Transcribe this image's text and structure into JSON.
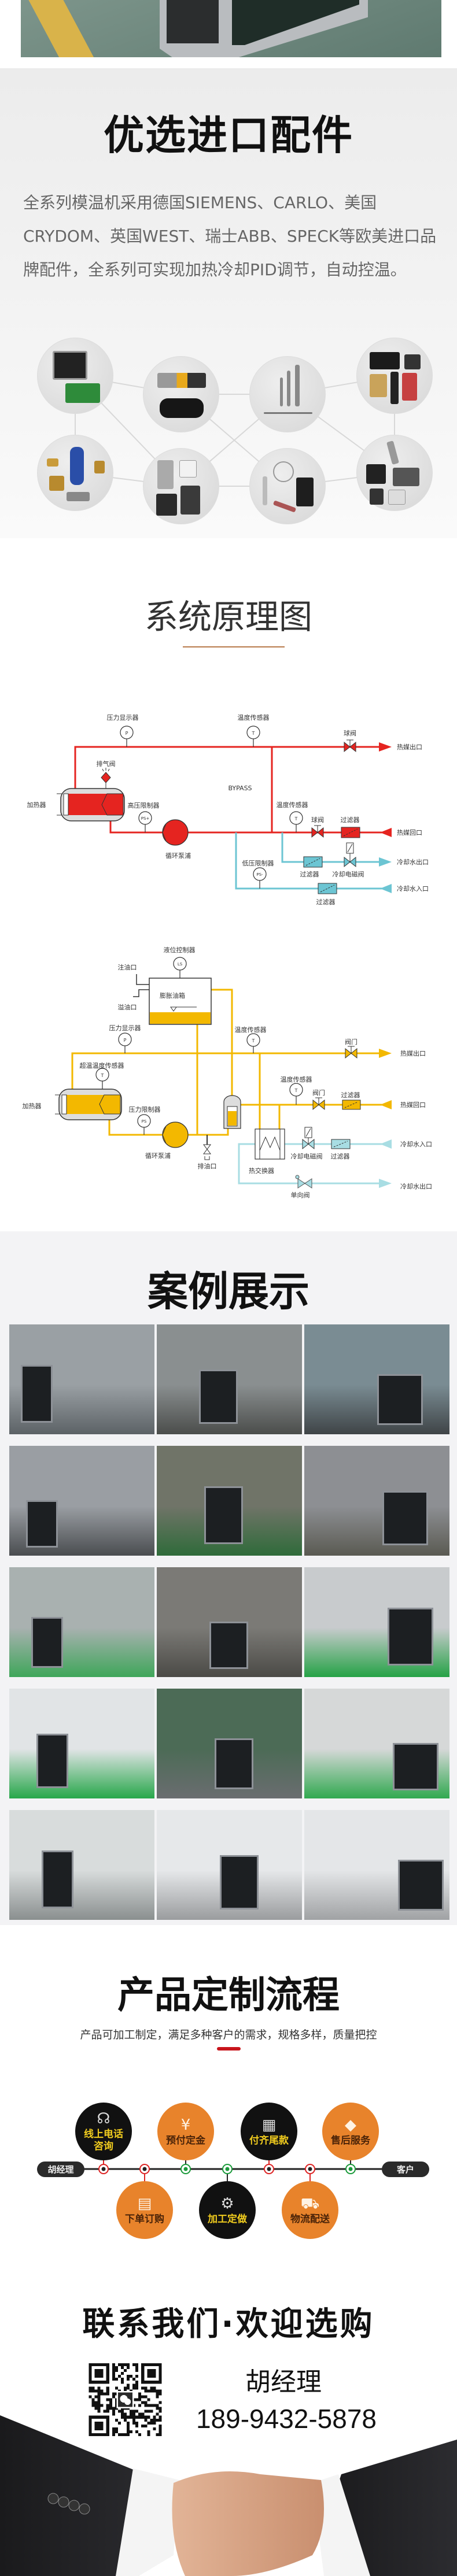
{
  "parts": {
    "title": "优选进口配件",
    "description": "全系列模温机采用德国SIEMENS、CARLO、美国CRYDOM、英国WEST、瑞士ABB、SPECK等欧美进口品牌配件，全系列可实现加热冷却PID调节，自动控温。"
  },
  "principle": {
    "title": "系统原理图",
    "water_diagram": {
      "pressure_display": "压力显示器",
      "temp_sensor_top": "温度传感器",
      "ball_valve_out": "球阀",
      "hot_outlet": "热媒出口",
      "vent_valve": "排气阀",
      "heater": "加热器",
      "high_pressure_limiter": "高压限制器",
      "bypass": "BYPASS",
      "temp_sensor_return": "温度传感器",
      "ball_valve_return": "球阀",
      "filter_return": "过滤器",
      "hot_return": "热媒回口",
      "pump": "循环泵浦",
      "low_pressure_limiter": "低压限制器",
      "filter_cool_out": "过滤器",
      "cooling_solenoid": "冷却电磁阀",
      "cool_outlet": "冷却水出口",
      "filter_cool_in": "过滤器",
      "cool_inlet": "冷却水入口",
      "gauge_p": "P",
      "gauge_t": "T",
      "gauge_ps_plus": "PS+",
      "gauge_ps_minus": "PS-"
    },
    "oil_diagram": {
      "level_controller": "液位控制器",
      "oil_fill": "注油口",
      "overflow": "溢油口",
      "expansion_tank": "膨胀油箱",
      "pressure_display": "压力显示器",
      "temp_sensor_top": "温度传感器",
      "valve_out": "阀门",
      "hot_outlet": "热媒出口",
      "overtemp_sensor": "超温温度传感器",
      "heater": "加热器",
      "pressure_limiter": "压力限制器",
      "temp_sensor_return": "温度传感器",
      "valve_return": "阀门",
      "filter_return": "过滤器",
      "hot_return": "热媒回口",
      "pump": "循环泵浦",
      "drain": "排油口",
      "heat_exchanger": "热交换器",
      "cooling_solenoid": "冷却电磁阀",
      "filter_cool": "过滤器",
      "cool_inlet": "冷却水入口",
      "check_valve": "单向阀",
      "cool_outlet": "冷却水出口",
      "gauge_ls": "LS",
      "gauge_p": "P",
      "gauge_t": "T",
      "gauge_ps": "PS"
    }
  },
  "cases": {
    "title": "案例展示",
    "photo_count": 15
  },
  "process": {
    "title": "产品定制流程",
    "subtitle": "产品可加工制定，满足多种客户的需求，规格多样，质量把控",
    "start": "胡经理",
    "end": "客户",
    "top_steps": [
      {
        "label": "线上电话\n咨询",
        "icon": "headset-icon"
      },
      {
        "label": "预付定金",
        "icon": "money-bag-icon"
      },
      {
        "label": "付齐尾款",
        "icon": "calculator-icon"
      },
      {
        "label": "售后服务",
        "icon": "diamond-icon"
      }
    ],
    "bottom_steps": [
      {
        "label": "下单订购",
        "icon": "clipboard-icon"
      },
      {
        "label": "加工定做",
        "icon": "gear-icon"
      },
      {
        "label": "物流配送",
        "icon": "truck-icon"
      }
    ],
    "colors": {
      "orange": "#e8832b",
      "black": "#111111",
      "text_yellow": "#f2cd1e"
    }
  },
  "contact": {
    "title": "联系我们·欢迎选购",
    "name": "胡经理",
    "phone": "189-9432-5878"
  }
}
